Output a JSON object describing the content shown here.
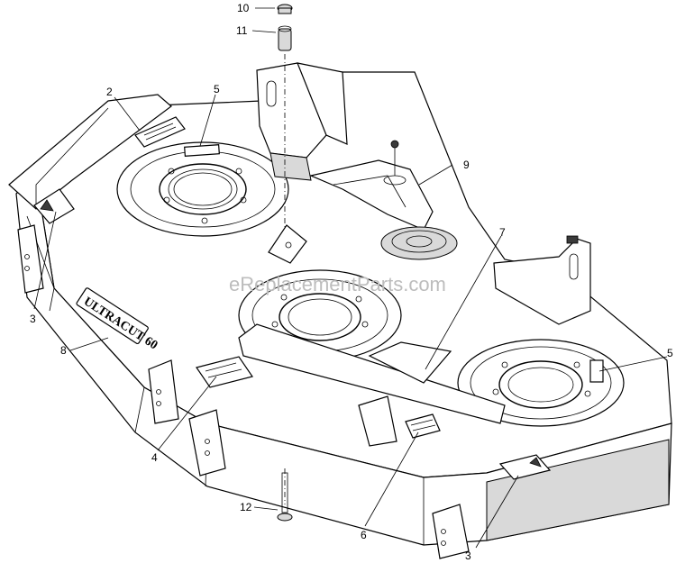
{
  "watermark": "eReplacementParts.com",
  "callouts": {
    "c10": "10",
    "c11": "11",
    "c2": "2",
    "c5a": "5",
    "c9": "9",
    "c7": "7",
    "c3a": "3",
    "c8": "8",
    "c5b": "5",
    "c4": "4",
    "c12": "12",
    "c6": "6",
    "c3b": "3"
  },
  "deck_logo": "ULTRACUT 60"
}
